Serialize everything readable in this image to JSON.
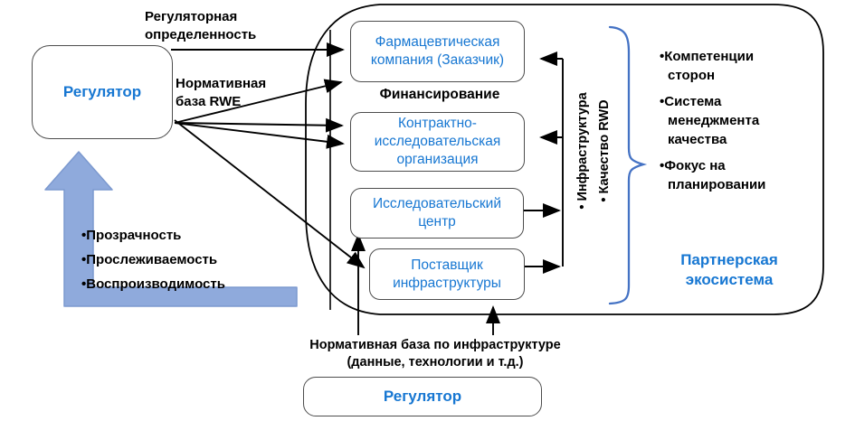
{
  "left_panel": {
    "regulator_box": "Регулятор",
    "bullets": [
      "•Прозрачность",
      "•Прослеживаемость",
      "•Воспроизводимость"
    ]
  },
  "edge_labels": {
    "regulatory_certainty": "Регуляторная\nопределенность",
    "rwe_framework": "Нормативная\nбаза RWE",
    "financing": "Финансирование",
    "infra_framework": "Нормативная база по инфраструктуре\n(данные, технологии и т.д.)"
  },
  "ecosystem": {
    "boxes": {
      "pharma": "Фармацевтическая\nкомпания (Заказчик)",
      "cro": "Контрактно-\nисследовательская\nорганизация",
      "research_center": "Исследовательский\nцентр",
      "infra_provider": "Поставщик\nинфраструктуры"
    },
    "rotated_labels": [
      "• Инфраструктура",
      "• Качество RWD"
    ],
    "right_bullets": [
      "•Компетенции\nсторон",
      "•Система\nменеджмента\nкачества",
      "•Фокус на\nпланировании"
    ],
    "title": "Партнерская\nэкосистема"
  },
  "bottom": {
    "regulator_box": "Регулятор"
  },
  "colors": {
    "blue_text": "#1777d2",
    "brace_blue": "#4472c4",
    "big_arrow_fill": "#8faadc",
    "big_arrow_edge": "#7c99cf",
    "line_black": "#000000"
  }
}
